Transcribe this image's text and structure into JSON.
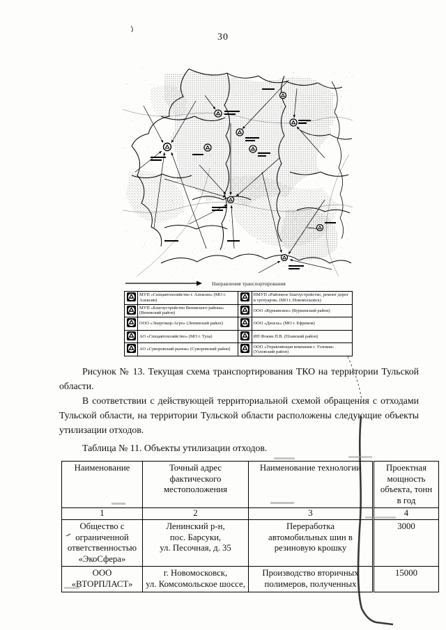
{
  "page": {
    "number": "30"
  },
  "figure": {
    "direction_arrow_label": "Направления транспортирования",
    "legend": {
      "left": [
        "МУП «Спецавтохозяйство г. Алексин» (МО г. Алексин)",
        "МУП «Благоустройство Веневского района» (Веневский район)",
        "ООО «Энергокор-Агро» (Ленинский район)",
        "АО «Спецавтохозяйство» (МО г. Тула)",
        "АО «Суворовский рынок» (Суворовский район)"
      ],
      "right": [
        "НМУП «Районное благоустройство, ремонт дорог и тротуаров» (МО г. Новомосковск)",
        "ООО «Куркинское» (Куркинский район)",
        "ООО «Дизель» (МО г. Ефремов)",
        "ИП Фокин П.В. (Плавский район)",
        "ООО «Управляющая компания г. Узловая» (Узловский район)"
      ]
    },
    "caption": "Рисунок № 13. Текущая схема транспортирования ТКО на территории Тульской области."
  },
  "paragraph": "В соответствии с действующей территориальной схемой обращения с отходами Тульской области, на территории Тульской области расположены следующие объекты утилизации отходов.",
  "table_title": "Таблица № 11. Объекты утилизации отходов.",
  "table": {
    "headers": {
      "name": "Наименование",
      "address": "Точный адрес\nфактического\nместоположения",
      "technology": "Наименование технологии",
      "capacity": "Проектная\nмощность\nобъекта, тонн\nв год"
    },
    "column_numbers": [
      "1",
      "2",
      "3",
      "4"
    ],
    "rows": [
      {
        "name": "Общество с\nограниченной\nответственностью\n«ЭкоСфера»",
        "address": "Ленинский р-н,\nпос. Барсуки,\nул. Песочная, д. 35",
        "technology": "Переработка\nавтомобильных шин в\nрезиновую крошку",
        "capacity": "3000"
      },
      {
        "name": "ООО\n«ВТОРПЛАСТ»",
        "address": "г. Новомосковск,\nул. Комсомольское шоссе,",
        "technology": "Производство вторичных\nполимеров, полученных",
        "capacity": "15000"
      }
    ]
  }
}
